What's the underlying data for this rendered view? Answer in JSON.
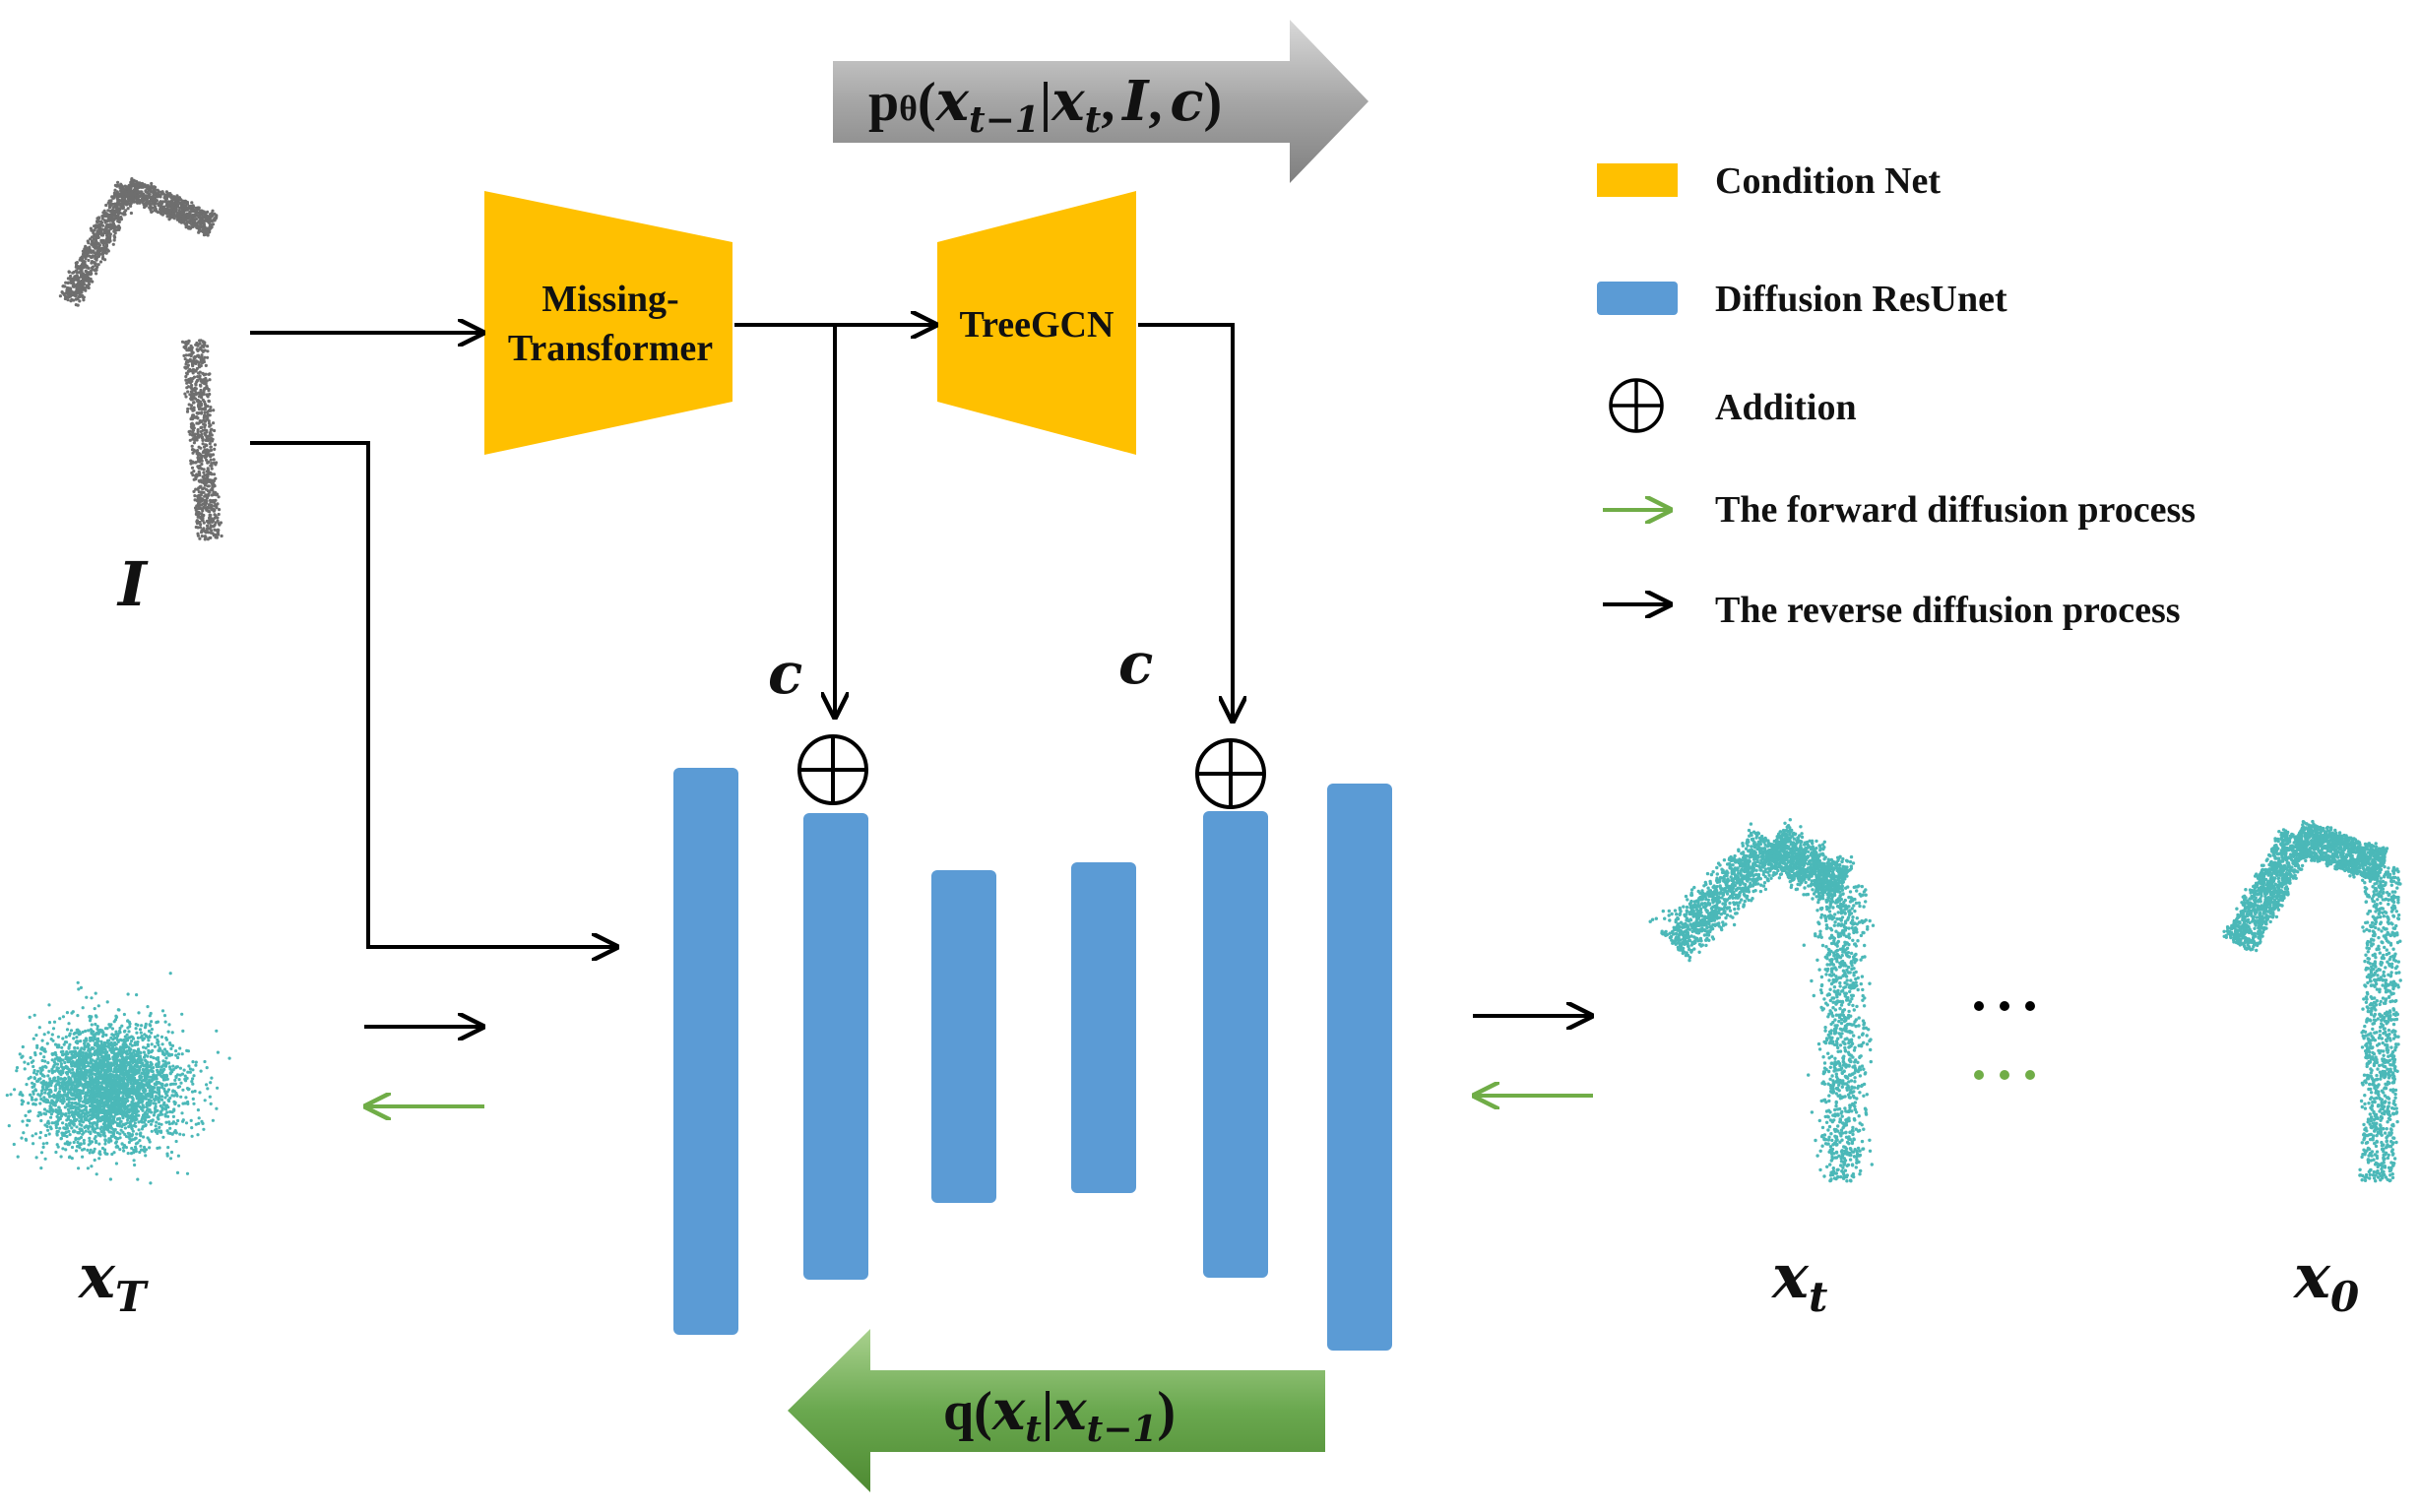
{
  "colors": {
    "condition_net": "#FFC000",
    "diffusion_resunet": "#5B9BD5",
    "forward_arrow": "#70AD47",
    "reverse_arrow": "#000000",
    "point_cloud_teal": "#4BB8B8",
    "point_cloud_gray": "#6E6E6E",
    "top_banner_gray": "#8C8C8C",
    "bottom_banner_green": "#5E9E3A"
  },
  "blocks": {
    "missing_transformer_line1": "Missing-",
    "missing_transformer_line2": "Transformer",
    "treegcn": "TreeGCN"
  },
  "labels": {
    "input": "I",
    "cond_left": "c",
    "cond_right": "c",
    "x_T": "x",
    "x_T_sub": "T",
    "x_t": "x",
    "x_t_sub": "t",
    "x_0": "x",
    "x_0_sub": "0",
    "ellipsis": "⋯"
  },
  "top_banner": {
    "p": "p",
    "theta": "θ",
    "open": "(",
    "x1": "x",
    "x1_sub": "t−1",
    "bar": "|",
    "x2": "x",
    "x2_sub": "t",
    "comma1": ",",
    "I": "I",
    "comma2": ",",
    "c": "c",
    "close": ")"
  },
  "bottom_banner": {
    "q": "q",
    "open": "(",
    "x1": "x",
    "x1_sub": "t",
    "bar": "|",
    "x2": "x",
    "x2_sub": "t−1",
    "close": ")"
  },
  "legend": {
    "items": [
      {
        "label": "Condition Net",
        "icon": "yellow-rect"
      },
      {
        "label": "Diffusion ResUnet",
        "icon": "blue-rect"
      },
      {
        "label": "Addition",
        "icon": "circled-plus"
      },
      {
        "label": "The forward diffusion process",
        "icon": "green-arrow"
      },
      {
        "label": "The reverse diffusion process",
        "icon": "black-arrow"
      }
    ]
  }
}
